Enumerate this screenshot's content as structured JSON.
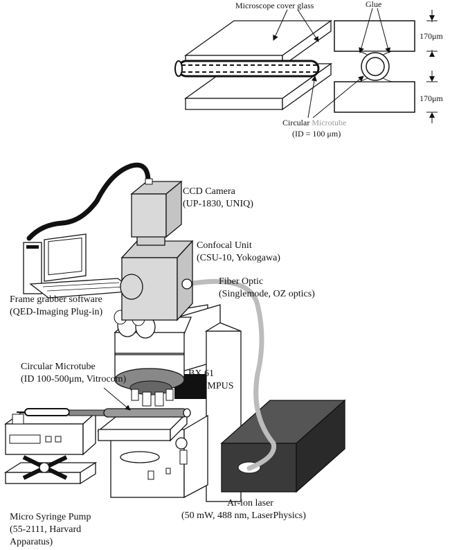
{
  "inset": {
    "cover_glass_label": "Microscope cover glass",
    "glue_label": "Glue",
    "thickness_top": "170μm",
    "thickness_bottom": "170μm",
    "microtube_word1": "Circular",
    "microtube_word2": "Microtube",
    "microtube_id": "(ID = 100 μm)"
  },
  "setup": {
    "ccd_title": "CCD Camera",
    "ccd_model": "(UP-1830, UNIQ)",
    "confocal_title": "Confocal Unit",
    "confocal_model": "(CSU-10, Yokogawa)",
    "fiber_title": "Fiber Optic",
    "fiber_model": "(Singlemode, OZ optics)",
    "software_title": "Frame grabber software",
    "software_model": "(QED-Imaging Plug-in)",
    "tube_title": "Circular Microtube",
    "tube_model": "(ID 100-500μm, Vitrocom)",
    "microscope_title": "BX 61",
    "microscope_brand": "OLYMPUS",
    "laser_title": "Ar-ion laser",
    "laser_model": "(50 mW, 488 nm, LaserPhysics)",
    "pump_title": "Micro Syringe Pump",
    "pump_model": "(55-2111, Harvard",
    "pump_model2": "Apparatus)"
  }
}
